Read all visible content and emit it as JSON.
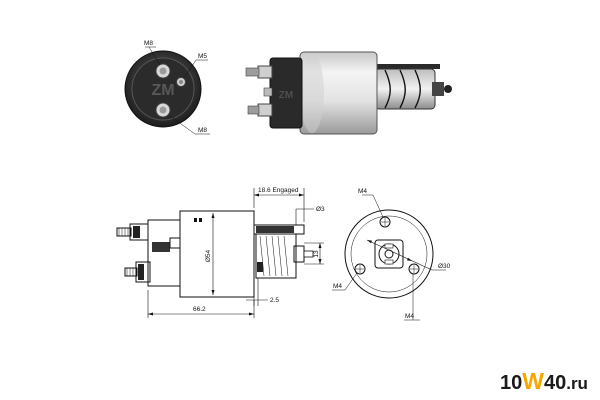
{
  "labels": {
    "m8_top": "M8",
    "m5": "M5",
    "m8_bottom": "M8",
    "engaged": "18.6 Engaged",
    "d3": "Ø3",
    "d54": "Ø54",
    "dim13": "13",
    "dim25": "2.5",
    "dim662": "66.2",
    "m4_top": "M4",
    "m4_left": "M4",
    "m4_bottom": "M4",
    "d30": "Ø30"
  },
  "watermark": {
    "prefix": "10",
    "accent": "W",
    "suffix": "40",
    "domain": ".ru",
    "accent_color": "#f5a800",
    "text_color": "#1a1a1a"
  },
  "colors": {
    "line": "#111111",
    "metal_light": "#e8e8e8",
    "metal_dark": "#3a3a3a",
    "copper": "#b87333"
  }
}
